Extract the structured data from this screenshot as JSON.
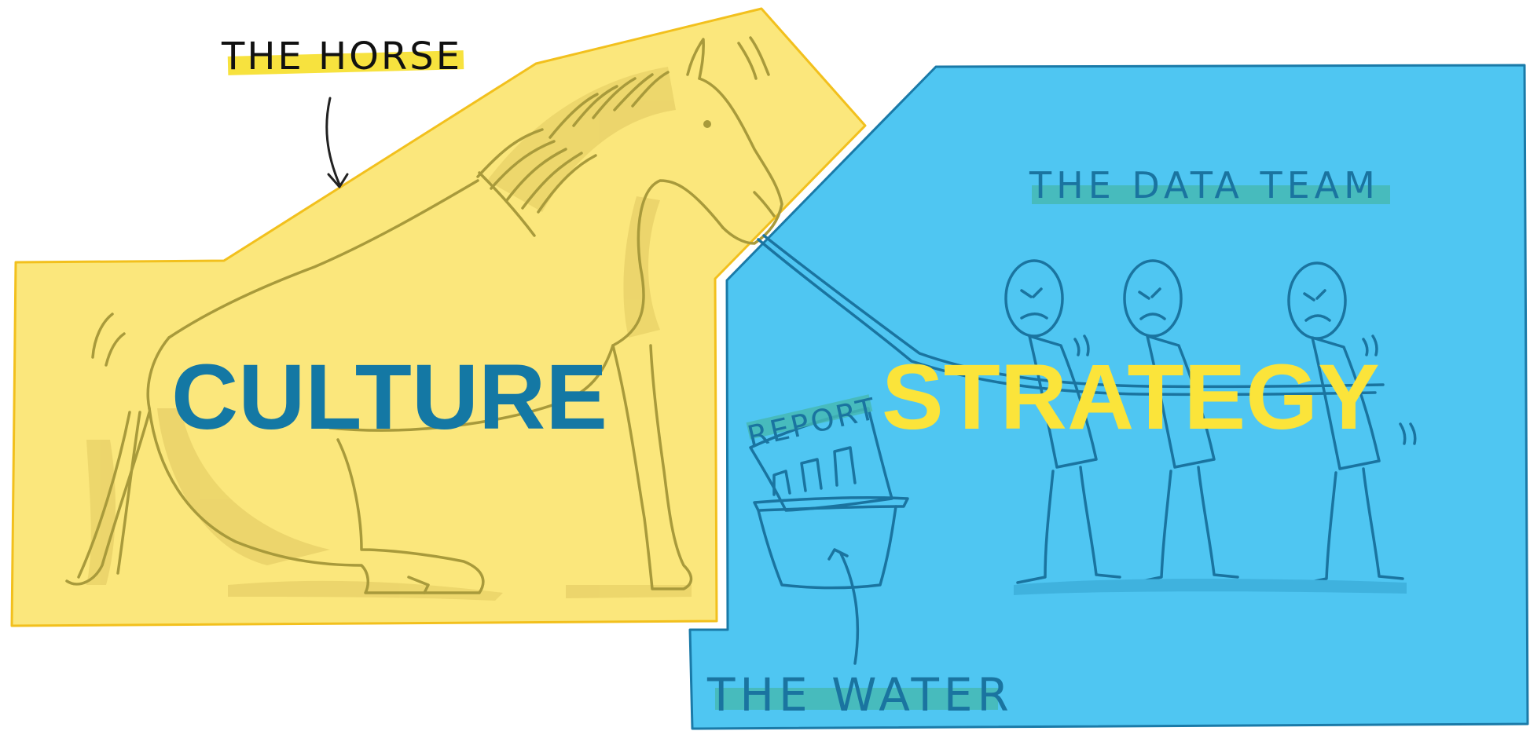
{
  "annotations": {
    "horse_label": "THE HORSE",
    "data_team_label": "THE DATA TEAM",
    "report_label": "REPORT",
    "water_label": "THE WATER"
  },
  "regions": {
    "left_title": "CULTURE",
    "right_title": "STRATEGY"
  },
  "colors": {
    "yellow_fill": "#fbe77c",
    "yellow_stroke": "#f2c01d",
    "blue_fill": "#4fc6f2",
    "blue_stroke": "#1a7aa8",
    "culture_text": "#1478a4",
    "strategy_text": "#fbe43a",
    "horse_line": "#a89a3b",
    "team_line": "#1a74a0",
    "highlight_yellow": "#f7e23e",
    "highlight_teal": "#45b8b4"
  }
}
